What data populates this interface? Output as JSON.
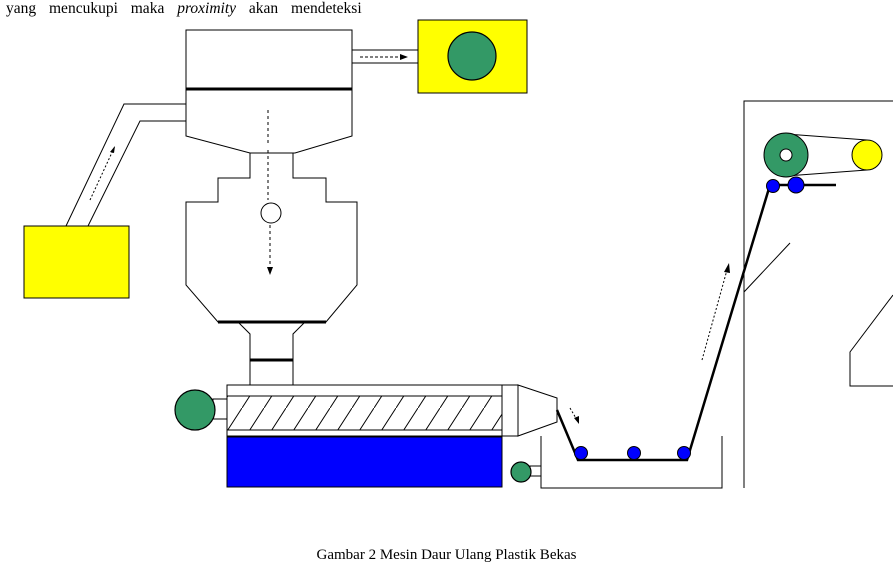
{
  "intro_text": {
    "part1": "yang mencukupi maka",
    "italic": "proximity",
    "part2": "akan mendeteksi"
  },
  "caption": "Gambar 2  Mesin Daur Ulang Plastik Bekas",
  "colors": {
    "yellow": "#ffff00",
    "green": "#339966",
    "blue": "#0000ff",
    "line": "#000000"
  }
}
